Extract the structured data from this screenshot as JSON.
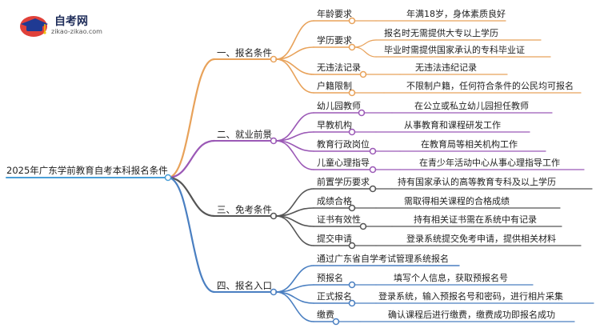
{
  "logo": {
    "title": "自考网",
    "subtitle": "zikao-zikao.com"
  },
  "root": "2025年广东学前教育自考本科报名条件",
  "branches": [
    {
      "label": "一、报名条件",
      "color": "#e8a25a",
      "items": [
        {
          "label": "年龄要求",
          "details": [
            "年满18岁，身体素质良好"
          ]
        },
        {
          "label": "学历要求",
          "details": [
            "报名时无需提供大专以上学历",
            "毕业时需提供国家承认的专科毕业证"
          ]
        },
        {
          "label": "无违法记录",
          "details": [
            "无违法违纪记录"
          ]
        },
        {
          "label": "户籍限制",
          "details": [
            "不限制户籍，任何符合条件的公民均可报名"
          ]
        }
      ]
    },
    {
      "label": "二、就业前景",
      "color": "#9b59b6",
      "items": [
        {
          "label": "幼儿园教师",
          "details": [
            "在公立或私立幼儿园担任教师"
          ]
        },
        {
          "label": "早教机构",
          "details": [
            "从事教育和课程研发工作"
          ]
        },
        {
          "label": "教育行政岗位",
          "details": [
            "在教育局等相关机构工作"
          ]
        },
        {
          "label": "儿童心理指导",
          "details": [
            "在青少年活动中心从事心理指导工作"
          ]
        }
      ]
    },
    {
      "label": "三、免考条件",
      "color": "#555555",
      "items": [
        {
          "label": "前置学历要求",
          "details": [
            "持有国家承认的高等教育专科及以上学历"
          ]
        },
        {
          "label": "成绩合格",
          "details": [
            "需取得相关课程的合格成绩"
          ]
        },
        {
          "label": "证书有效性",
          "details": [
            "持有相关证书需在系统中有记录"
          ]
        },
        {
          "label": "提交申请",
          "details": [
            "登录系统提交免考申请，提供相关材料"
          ]
        }
      ]
    },
    {
      "label": "四、报名入口",
      "color": "#4a7fc1",
      "items": [
        {
          "label": "通过广东省自学考试管理系统报名",
          "details": []
        },
        {
          "label": "预报名",
          "details": [
            "填写个人信息，获取预报名号"
          ]
        },
        {
          "label": "正式报名",
          "details": [
            "登录系统，输入预报名号和密码，进行相片采集"
          ]
        },
        {
          "label": "缴费",
          "details": [
            "确认课程后进行缴费，缴费成功即报名成功"
          ]
        }
      ]
    }
  ]
}
